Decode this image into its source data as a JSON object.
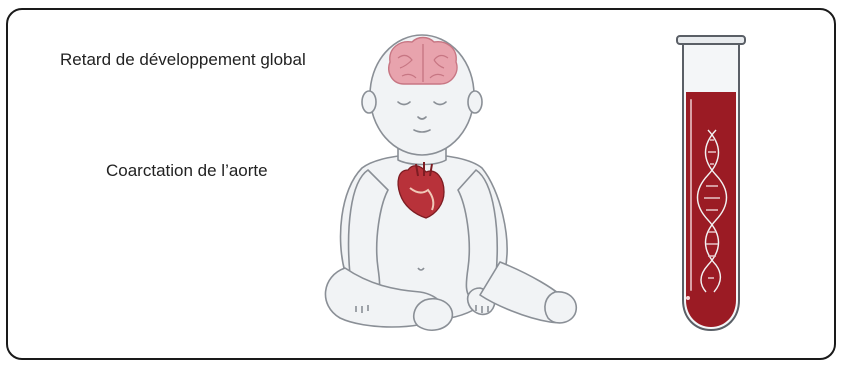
{
  "labels": {
    "global_delay": "Retard de développement global",
    "coarctation": "Coarctation de l’aorte"
  },
  "icons": [
    "baby-figure",
    "brain-icon",
    "heart-icon",
    "blood-test-tube-icon",
    "dna-helix-icon"
  ],
  "colors": {
    "frame_border": "#1a1a1a",
    "skin": "#f1f3f5",
    "skin_outline": "#8a8f96",
    "brain": "#e8a3ad",
    "heart": "#b8323a",
    "blood": "#9b1b24",
    "tube_glass": "#f4f6f8"
  }
}
